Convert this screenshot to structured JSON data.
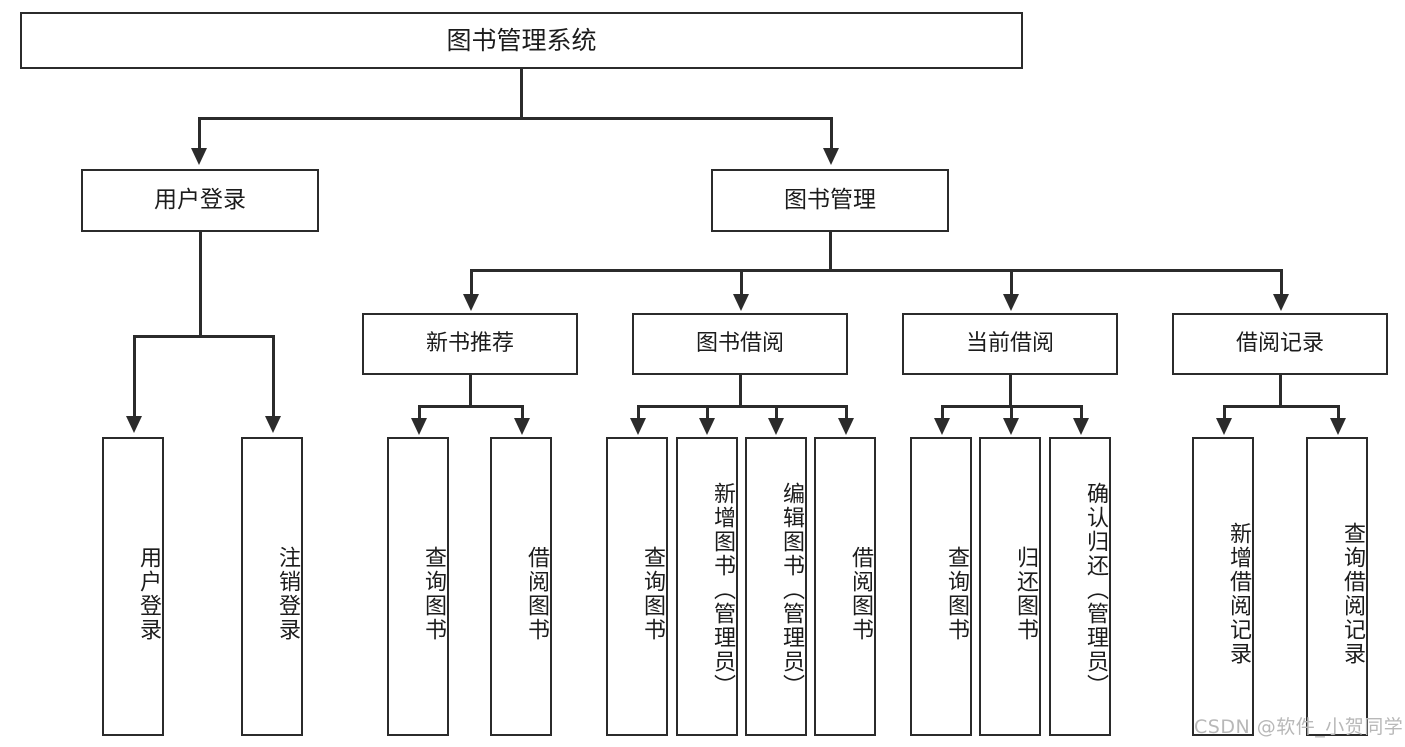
{
  "diagram": {
    "title": "图书管理系统",
    "type": "tree-hierarchy-diagram",
    "root": {
      "label": "图书管理系统"
    },
    "level2": [
      {
        "label": "用户登录"
      },
      {
        "label": "图书管理"
      }
    ],
    "level3": [
      {
        "label": "新书推荐"
      },
      {
        "label": "图书借阅"
      },
      {
        "label": "当前借阅"
      },
      {
        "label": "借阅记录"
      }
    ],
    "leaves": {
      "user_login": [
        {
          "label": "用户登录"
        },
        {
          "label": "注销登录"
        }
      ],
      "new_book_recommend": [
        {
          "label": "查询图书"
        },
        {
          "label": "借阅图书"
        }
      ],
      "book_borrow": [
        {
          "label": "查询图书"
        },
        {
          "label": "新增图书（管理员）"
        },
        {
          "label": "编辑图书（管理员）"
        },
        {
          "label": "借阅图书"
        }
      ],
      "current_borrow": [
        {
          "label": "查询图书"
        },
        {
          "label": "归还图书"
        },
        {
          "label": "确认归还（管理员）"
        }
      ],
      "borrow_record": [
        {
          "label": "新增借阅记录"
        },
        {
          "label": "查询借阅记录"
        }
      ]
    }
  },
  "watermark": {
    "text": "CSDN @软件_小贺同学"
  },
  "colors": {
    "stroke": "#2b2b2b",
    "background": "#ffffff",
    "text": "#1c1c1c",
    "watermark": "#b8b8b8"
  }
}
